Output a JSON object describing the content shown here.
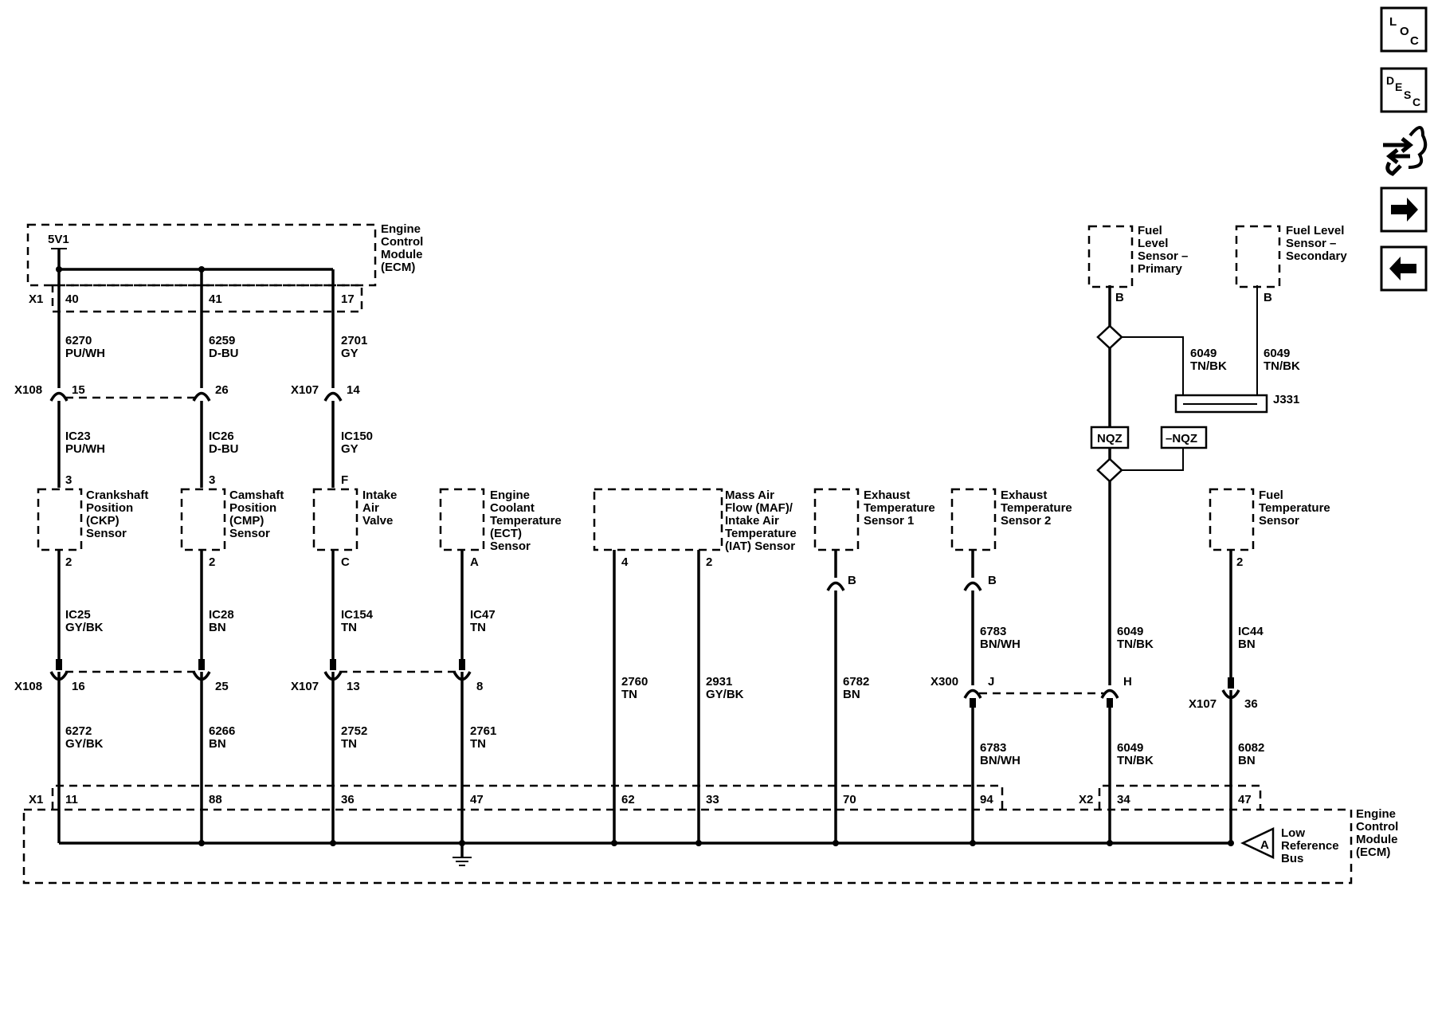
{
  "diagram": {
    "ecm_top": {
      "title_lines": [
        "Engine",
        "Control",
        "Module",
        "(ECM)"
      ],
      "supply": "5V1",
      "connector": "X1",
      "pins": [
        "40",
        "41",
        "17"
      ]
    },
    "ecm_bottom": {
      "title_lines": [
        "Engine",
        "Control",
        "Module",
        "(ECM)"
      ],
      "connector_x1": "X1",
      "connector_x2": "X2",
      "pins": [
        "11",
        "88",
        "36",
        "47",
        "62",
        "33",
        "70",
        "94",
        "34",
        "47"
      ],
      "low_ref_label_lines": [
        "Low",
        "Reference",
        "Bus"
      ],
      "low_ref_symbol": "A"
    },
    "top_wires": [
      {
        "circuit": "6270",
        "color": "PU/WH"
      },
      {
        "circuit": "6259",
        "color": "D-BU"
      },
      {
        "circuit": "2701",
        "color": "GY"
      }
    ],
    "upper_inline": {
      "x108": "X108",
      "x107": "X107",
      "pins": [
        "15",
        "26",
        "14"
      ]
    },
    "ic_upper": [
      {
        "circuit": "IC23",
        "color": "PU/WH"
      },
      {
        "circuit": "IC26",
        "color": "D-BU"
      },
      {
        "circuit": "IC150",
        "color": "GY"
      }
    ],
    "sensors": [
      {
        "name_lines": [
          "Crankshaft",
          "Position",
          "(CKP)",
          "Sensor"
        ],
        "pin_top": "3",
        "pin_bottom": "2"
      },
      {
        "name_lines": [
          "Camshaft",
          "Position",
          "(CMP)",
          "Sensor"
        ],
        "pin_top": "3",
        "pin_bottom": "2"
      },
      {
        "name_lines": [
          "Intake",
          "Air",
          "Valve"
        ],
        "pin_top": "F",
        "pin_bottom": "C"
      },
      {
        "name_lines": [
          "Engine",
          "Coolant",
          "Temperature",
          "(ECT)",
          "Sensor"
        ],
        "pin_bottom": "A"
      },
      {
        "name_lines": [
          "Mass Air",
          "Flow (MAF)/",
          "Intake Air",
          "Temperature",
          "(IAT) Sensor"
        ],
        "pin_a": "4",
        "pin_b": "2"
      },
      {
        "name_lines": [
          "Exhaust",
          "Temperature",
          "Sensor 1"
        ],
        "pin_bottom": "B"
      },
      {
        "name_lines": [
          "Exhaust",
          "Temperature",
          "Sensor 2"
        ],
        "pin_bottom": "B"
      },
      {
        "name_lines": [
          "Fuel",
          "Temperature",
          "Sensor"
        ],
        "pin_bottom": "2"
      }
    ],
    "ic_lower": [
      {
        "circuit": "IC25",
        "color": "GY/BK"
      },
      {
        "circuit": "IC28",
        "color": "BN"
      },
      {
        "circuit": "IC154",
        "color": "TN"
      },
      {
        "circuit": "IC47",
        "color": "TN"
      },
      {
        "circuit": "6783",
        "color": "BN/WH"
      },
      {
        "circuit": "6049",
        "color": "TN/BK"
      },
      {
        "circuit": "IC44",
        "color": "BN"
      }
    ],
    "lower_inline": {
      "x108": "X108",
      "x107": "X107",
      "x300": "X300",
      "x107b": "X107",
      "pins": [
        "16",
        "25",
        "13",
        "8",
        "J",
        "H",
        "36"
      ]
    },
    "bottom_wires": [
      {
        "circuit": "6272",
        "color": "GY/BK"
      },
      {
        "circuit": "6266",
        "color": "BN"
      },
      {
        "circuit": "2752",
        "color": "TN"
      },
      {
        "circuit": "2761",
        "color": "TN"
      },
      {
        "circuit": "2760",
        "color": "TN"
      },
      {
        "circuit": "2931",
        "color": "GY/BK"
      },
      {
        "circuit": "6782",
        "color": "BN"
      },
      {
        "circuit": "6783",
        "color": "BN/WH"
      },
      {
        "circuit": "6049",
        "color": "TN/BK"
      },
      {
        "circuit": "6082",
        "color": "BN"
      }
    ],
    "fuel_level": {
      "primary_lines": [
        "Fuel",
        "Level",
        "Sensor –",
        "Primary"
      ],
      "secondary_lines": [
        "Fuel Level",
        "Sensor –",
        "Secondary"
      ],
      "pin_primary": "B",
      "pin_secondary": "B",
      "wire_a": {
        "circuit": "6049",
        "color": "TN/BK"
      },
      "wire_b": {
        "circuit": "6049",
        "color": "TN/BK"
      },
      "splice": "J331",
      "option_a": "NQZ",
      "option_b": "–NQZ"
    }
  },
  "nav": {
    "loc": {
      "l1": "L",
      "l2": "O",
      "l3": "C"
    },
    "desc": {
      "l1": "D",
      "l2": "E",
      "l3": "S",
      "l4": "C"
    },
    "icons": [
      "loc-icon",
      "desc-icon",
      "connector-icon",
      "next-arrow-icon",
      "prev-arrow-icon"
    ]
  }
}
